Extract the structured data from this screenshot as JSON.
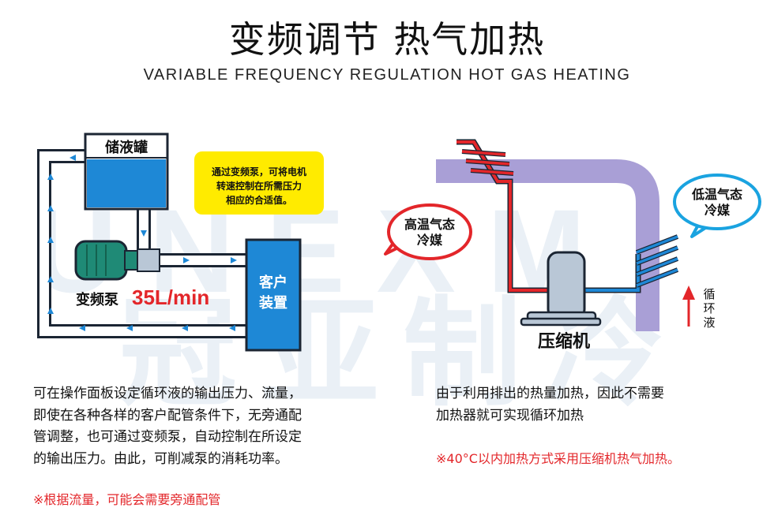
{
  "title": "变频调节 热气加热",
  "subtitle": "VARIABLE FREQUENCY REGULATION  HOT GAS HEATING",
  "watermark": {
    "latin": "UNEXM",
    "chinese": [
      "冠",
      "亚",
      "制",
      "冷"
    ]
  },
  "left_diagram": {
    "tank_label": "储液罐",
    "pump_label": "变频泵",
    "flow_rate": "35L/min",
    "customer_label_lines": [
      "客户",
      "装置"
    ],
    "callout_lines": [
      "通过变频泵，可将电机",
      "转速控制在所需压力",
      "相应的合适值。"
    ]
  },
  "right_diagram": {
    "high_temp_bubble_lines": [
      "高温气态",
      "冷媒"
    ],
    "low_temp_bubble_lines": [
      "低温气态",
      "冷媒"
    ],
    "circulation_label": [
      "循",
      "环",
      "液"
    ],
    "compressor_label": "压缩机"
  },
  "left_text": "可在操作面板设定循环液的输出压力、流量，\n即使在各种各样的客户配管条件下，无旁通配\n管调整，也可通过变频泵，自动控制在所设定\n的输出压力。由此，可削减泵的消耗功率。",
  "left_note": "※根据流量，可能会需要旁通配管",
  "right_text": "由于利用排出的热量加热，因此不需要\n加热器就可实现循环加热",
  "right_note": "※40°C以内加热方式采用压缩机热气加热。",
  "colors": {
    "pipe_blue": "#1e88d6",
    "tank_blue": "#1e88d6",
    "pump_green": "#1f8a76",
    "accent_red": "#e3262a",
    "callout_yellow": "#ffeb00",
    "bubble_blue": "#1aa3e0",
    "bubble_red": "#e3262a",
    "gas_pipe_purple": "#a99fd6"
  }
}
